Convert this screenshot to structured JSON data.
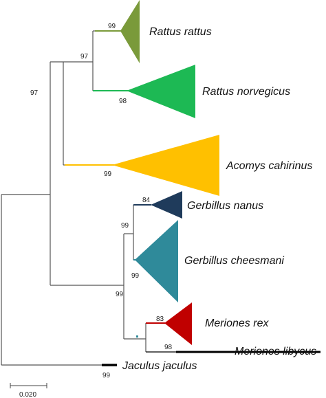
{
  "tree": {
    "taxa": [
      {
        "key": "rattus_rattus",
        "name": "Rattus rattus",
        "color": "#7a9a3a"
      },
      {
        "key": "rattus_norvegicus",
        "name": "Rattus norvegicus",
        "color": "#1db954"
      },
      {
        "key": "acomys_cahirinus",
        "name": "Acomys cahirinus",
        "color": "#ffc000"
      },
      {
        "key": "gerbillus_nanus",
        "name": "Gerbillus nanus",
        "color": "#1f3b5b"
      },
      {
        "key": "gerbillus_cheesmani",
        "name": "Gerbillus cheesmani",
        "color": "#2f8a9a"
      },
      {
        "key": "meriones_rex",
        "name": "Meriones rex",
        "color": "#c00000"
      },
      {
        "key": "meriones_libycus",
        "name": "Meriones libycus",
        "color": "#000000"
      },
      {
        "key": "jaculus_jaculus",
        "name": "Jaculus jaculus",
        "color": "#000000"
      }
    ],
    "bootstrap": {
      "rattus_rattus": "99",
      "rattus_split": "97",
      "rattus_norvegicus": "98",
      "murinae": "97",
      "acomys": "99",
      "gerbillus_nanus": "84",
      "gerbillus_node": "99",
      "gerbillus_cheesmani": "99",
      "gerbillinae": "99",
      "meriones_rex": "83",
      "meriones_libycus": "98",
      "jaculus": "99"
    },
    "scale_bar": "0.020"
  }
}
